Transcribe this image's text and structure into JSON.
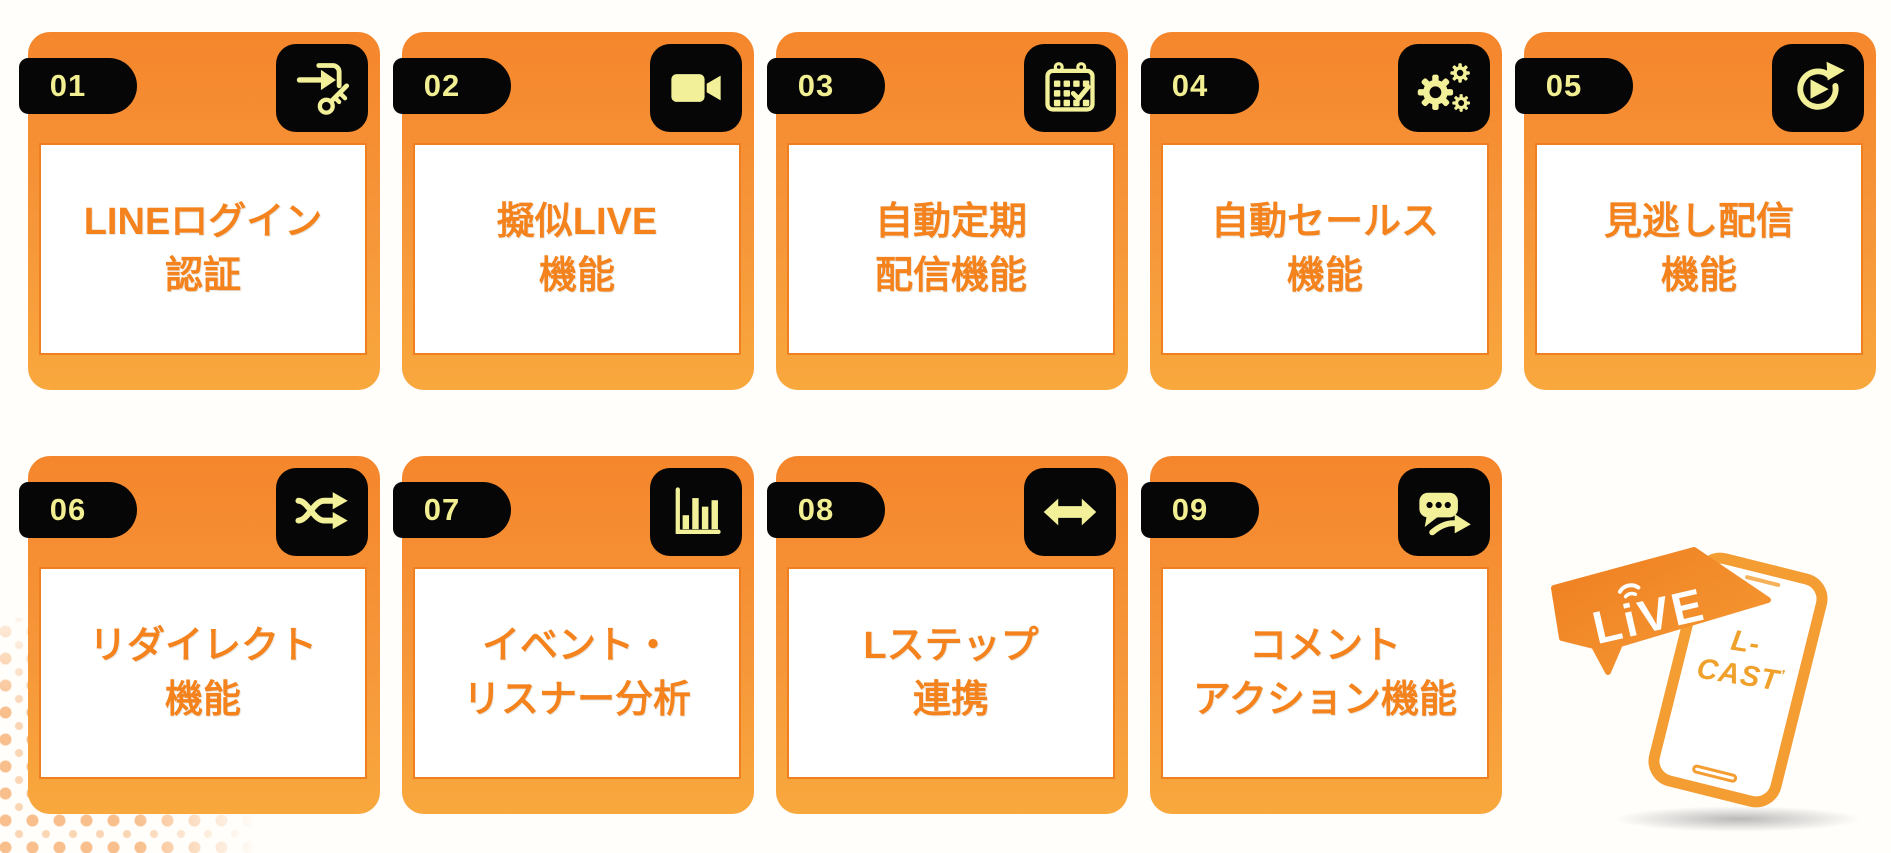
{
  "colors": {
    "card_top": "#f5862c",
    "card_bottom": "#f8a83d",
    "badge_bg": "#060606",
    "badge_text": "#f2ee92",
    "icon": "#f3f09a",
    "panel_border": "#ef7f1f",
    "label_text": "#f5831d",
    "logo_orange": "#f08a2b",
    "page_bg": "#fffefb"
  },
  "cards": [
    {
      "number": "01",
      "icon": "login-key-icon",
      "line1": "LINEログイン",
      "line2": "認証"
    },
    {
      "number": "02",
      "icon": "video-camera-icon",
      "line1": "擬似LIVE",
      "line2": "機能"
    },
    {
      "number": "03",
      "icon": "calendar-check-icon",
      "line1": "自動定期",
      "line2": "配信機能"
    },
    {
      "number": "04",
      "icon": "gears-icon",
      "line1": "自動セールス",
      "line2": "機能"
    },
    {
      "number": "05",
      "icon": "replay-icon",
      "line1": "見逃し配信",
      "line2": "機能"
    },
    {
      "number": "06",
      "icon": "shuffle-icon",
      "line1": "リダイレクト",
      "line2": "機能"
    },
    {
      "number": "07",
      "icon": "bar-chart-icon",
      "line1": "イベント・",
      "line2": "リスナー分析"
    },
    {
      "number": "08",
      "icon": "double-arrow-icon",
      "line1": "Lステップ",
      "line2": "連携"
    },
    {
      "number": "09",
      "icon": "comment-action-icon",
      "line1": "コメント",
      "line2": "アクション機能"
    }
  ],
  "logo": {
    "bubble_text": "LiVE",
    "phone_text": "L-CAST",
    "phone_mark": "’"
  }
}
